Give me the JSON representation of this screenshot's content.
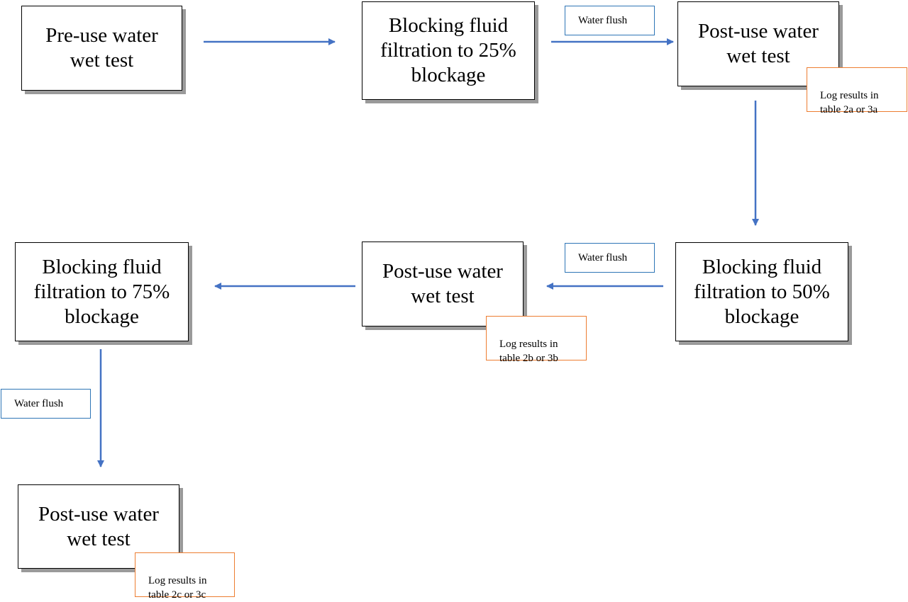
{
  "colors": {
    "arrow": "#4472c4",
    "flush_border": "#2e75b6",
    "log_border": "#ed7d31",
    "box_border": "#000000",
    "box_shadow": "#9a9a9a"
  },
  "steps": [
    {
      "id": "pre-use-wet-test",
      "label": "Pre-use water\nwet test"
    },
    {
      "id": "blocking-25",
      "label": "Blocking fluid\nfiltration to 25%\nblockage"
    },
    {
      "id": "post-use-wet-test-a",
      "label": "Post-use water\nwet test"
    },
    {
      "id": "blocking-50",
      "label": "Blocking fluid\nfiltration to 50%\nblockage"
    },
    {
      "id": "post-use-wet-test-b",
      "label": "Post-use water\nwet test"
    },
    {
      "id": "blocking-75",
      "label": "Blocking fluid\nfiltration to 75%\nblockage"
    },
    {
      "id": "post-use-wet-test-c",
      "label": "Post-use water\nwet test"
    }
  ],
  "flush_notes": [
    "Water flush",
    "Water flush",
    "Water flush"
  ],
  "log_notes": [
    "Log results in\ntable 2a or 3a",
    "Log results in\ntable 2b or 3b",
    "Log results in\ntable 2c or 3c"
  ],
  "connections": [
    {
      "from": "pre-use-wet-test",
      "to": "blocking-25"
    },
    {
      "from": "blocking-25",
      "to": "post-use-wet-test-a",
      "note": "Water flush"
    },
    {
      "from": "post-use-wet-test-a",
      "to": "blocking-50"
    },
    {
      "from": "blocking-50",
      "to": "post-use-wet-test-b",
      "note": "Water flush"
    },
    {
      "from": "post-use-wet-test-b",
      "to": "blocking-75"
    },
    {
      "from": "blocking-75",
      "to": "post-use-wet-test-c",
      "note": "Water flush"
    }
  ]
}
